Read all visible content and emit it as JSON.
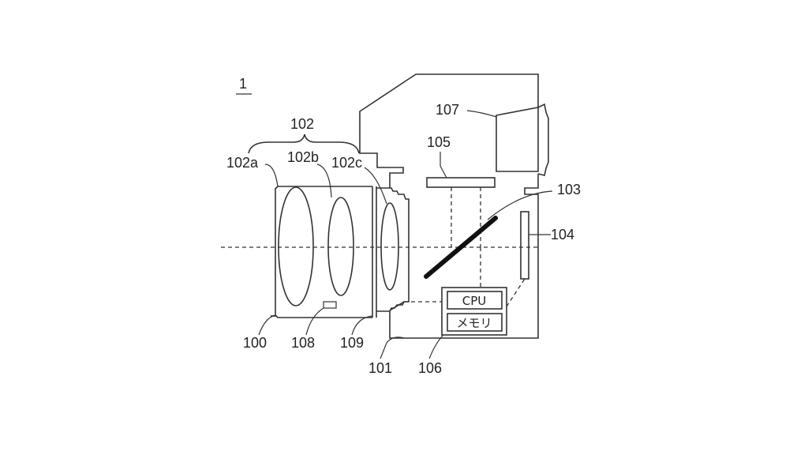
{
  "figure": {
    "number": "1",
    "labels": {
      "lens_unit": "100",
      "camera_body": "101",
      "lens_group": "102",
      "lens_a": "102a",
      "lens_b": "102b",
      "lens_c": "102c",
      "mirror": "103",
      "sensor": "104",
      "screen": "105",
      "cpu_unit": "106",
      "viewfinder": "107",
      "lens_part": "108",
      "mount": "109"
    },
    "cpu_box": {
      "cpu": "CPU",
      "memory": "メモリ"
    }
  }
}
